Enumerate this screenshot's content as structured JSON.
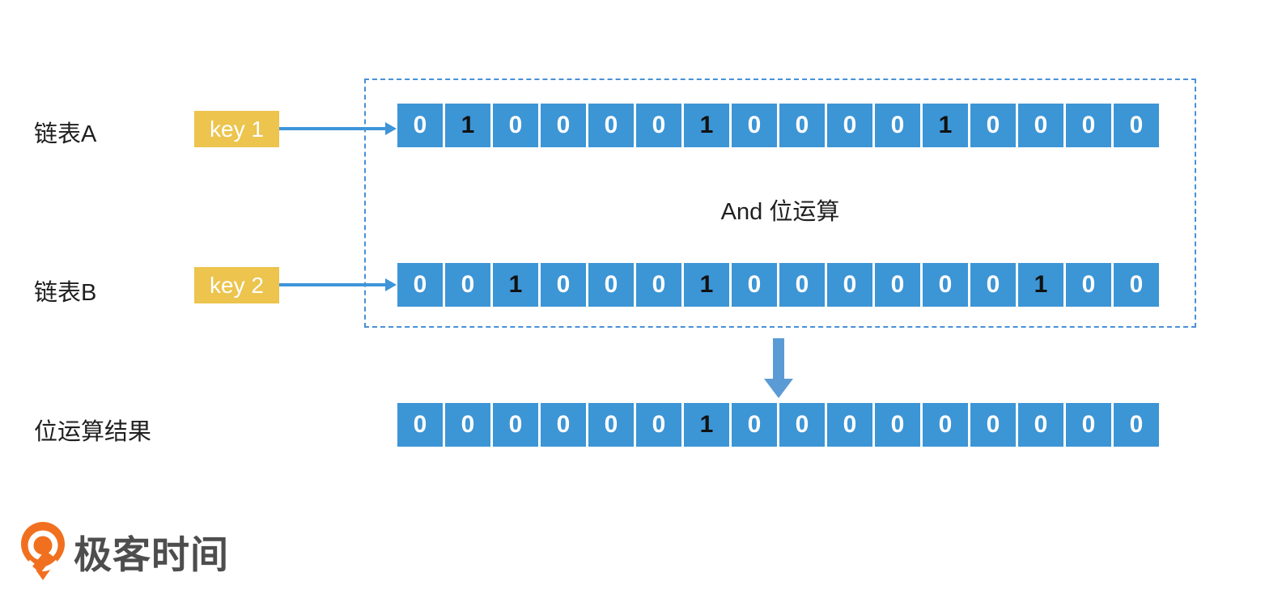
{
  "colors": {
    "cell_blue": "#3C95D5",
    "key_yellow": "#ECC44E",
    "h_arrow_blue": "#3E95D9",
    "down_arrow_blue": "#5B9BD5",
    "dotted_border_blue": "#4A90D5",
    "one_color": "#111111",
    "zero_color": "#FFFFFF",
    "label_color": "#1F1F1F",
    "logo_orange": "#F1701F",
    "logo_text_color": "#4D4D4D"
  },
  "diagram": {
    "operation_label": "And 位运算",
    "list_a": {
      "label": "链表A",
      "key_label": "key 1",
      "bits": [
        0,
        1,
        0,
        0,
        0,
        0,
        1,
        0,
        0,
        0,
        0,
        1,
        0,
        0,
        0,
        0
      ]
    },
    "list_b": {
      "label": "链表B",
      "key_label": "key 2",
      "bits": [
        0,
        0,
        1,
        0,
        0,
        0,
        1,
        0,
        0,
        0,
        0,
        0,
        0,
        1,
        0,
        0
      ]
    },
    "result": {
      "label": "位运算结果",
      "bits": [
        0,
        0,
        0,
        0,
        0,
        0,
        1,
        0,
        0,
        0,
        0,
        0,
        0,
        0,
        0,
        0
      ]
    }
  },
  "footer": {
    "logo_text": "极客时间"
  }
}
